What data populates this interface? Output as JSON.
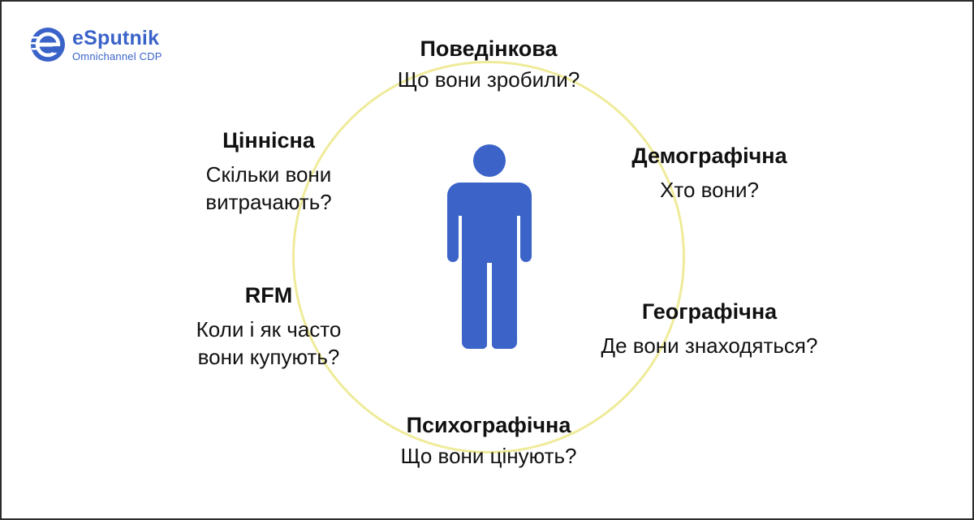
{
  "brand": {
    "name": "eSputnik",
    "tagline": "Omnichannel CDP",
    "color": "#3a63c9"
  },
  "diagram": {
    "ring_color": "#efeb9a",
    "figure_color": "#3b63c8",
    "center_icon": "person-icon"
  },
  "segments": {
    "behavioral": {
      "title": "Поведінкова",
      "question": "Що вони зробили?"
    },
    "demographic": {
      "title": "Демографічна",
      "question": "Хто вони?"
    },
    "geographic": {
      "title": "Географічна",
      "question": "Де вони знаходяться?"
    },
    "psychographic": {
      "title": "Психографічна",
      "question": "Що вони цінують?"
    },
    "rfm": {
      "title": "RFM",
      "question": "Коли і як часто\nвони купують?"
    },
    "value": {
      "title": "Ціннісна",
      "question": "Скільки вони\nвитрачають?"
    }
  }
}
